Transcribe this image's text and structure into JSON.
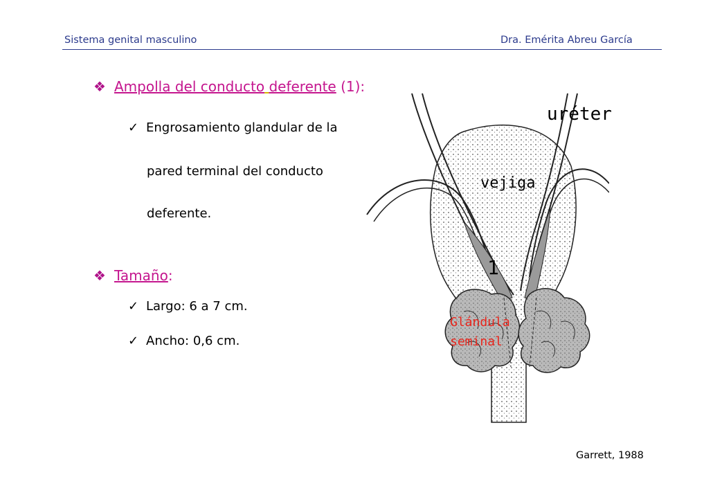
{
  "header": {
    "left": "Sistema genital masculino",
    "right": "Dra. Emérita Abreu García"
  },
  "section1": {
    "bullet_glyph": "❖",
    "title_part1": "Ampolla del conducto",
    "title_part2": "deferente",
    "title_part3": " (1):",
    "item": {
      "check_glyph": "✓",
      "line1": "Engrosamiento glandular de la",
      "line2": "pared terminal del conducto",
      "line3": "deferente."
    }
  },
  "section2": {
    "bullet_glyph": "❖",
    "title": "Tamaño",
    "colon": ":",
    "items": [
      {
        "check_glyph": "✓",
        "text": "Largo: 6 a 7 cm."
      },
      {
        "check_glyph": "✓",
        "text": "Ancho: 0,6 cm."
      }
    ]
  },
  "figure": {
    "labels": {
      "ureter": "uréter",
      "vejiga": "vejiga",
      "number": "1",
      "glandula_line1": "Glándula",
      "glandula_line2": "seminal"
    }
  },
  "credit": "Garrett, 1988",
  "colors": {
    "header": "#2b3a8c",
    "bullet_title": "#c4158e",
    "figure_label": "#e8251c"
  }
}
